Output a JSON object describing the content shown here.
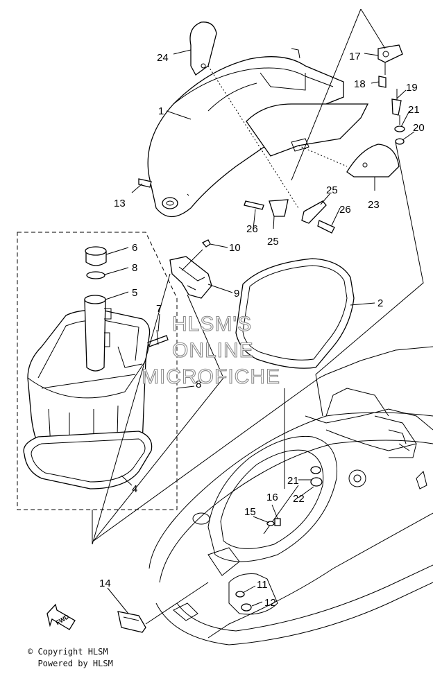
{
  "labels": {
    "p1": "1",
    "p2": "2",
    "p4": "4",
    "p5": "5",
    "p6": "6",
    "p7": "7",
    "p8a": "8",
    "p8b": "8",
    "p9": "9",
    "p10": "10",
    "p11": "11",
    "p12": "12",
    "p13": "13",
    "p14": "14",
    "p15": "15",
    "p16": "16",
    "p17": "17",
    "p18": "18",
    "p19": "19",
    "p20": "20",
    "p21a": "21",
    "p21b": "21",
    "p22": "22",
    "p23": "23",
    "p24": "24",
    "p25a": "25",
    "p25b": "25",
    "p26a": "26",
    "p26b": "26"
  },
  "watermark": {
    "line1": "HLSM'S",
    "line2": "ONLINE",
    "line3": "MICROFICHE"
  },
  "fwd_label": "FWD",
  "copyright": {
    "line1": "© Copyright HLSM",
    "line2": "  Powered by HLSM"
  }
}
